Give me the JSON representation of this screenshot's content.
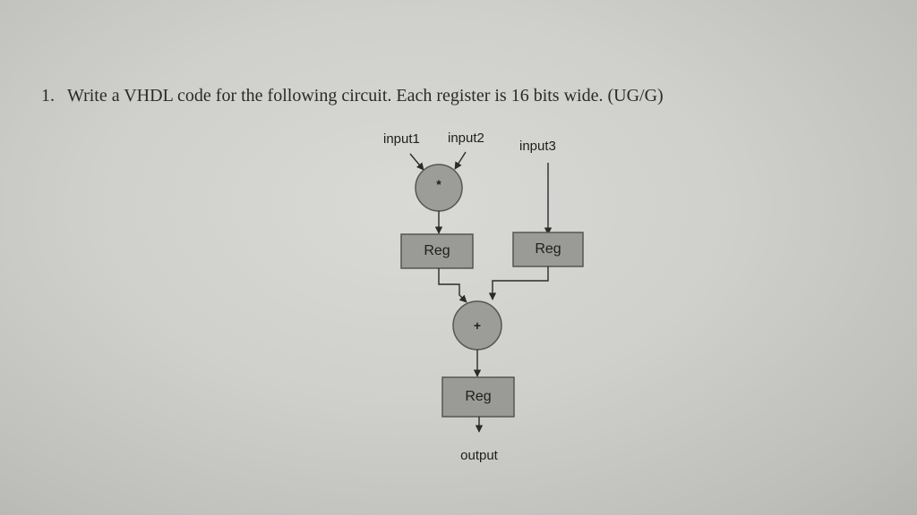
{
  "question": {
    "number": "1.",
    "text": "Write a VHDL code for the following circuit. Each register is 16 bits wide. (UG/G)"
  },
  "diagram": {
    "inputs": [
      "input1",
      "input2",
      "input3"
    ],
    "multiplier_symbol": "*",
    "adder_symbol": "+",
    "register_label": "Reg",
    "output_label": "output"
  },
  "colors": {
    "register_fill": "#9a9a96",
    "operator_fill": "#9c9c98",
    "line": "#2a2a2a"
  }
}
